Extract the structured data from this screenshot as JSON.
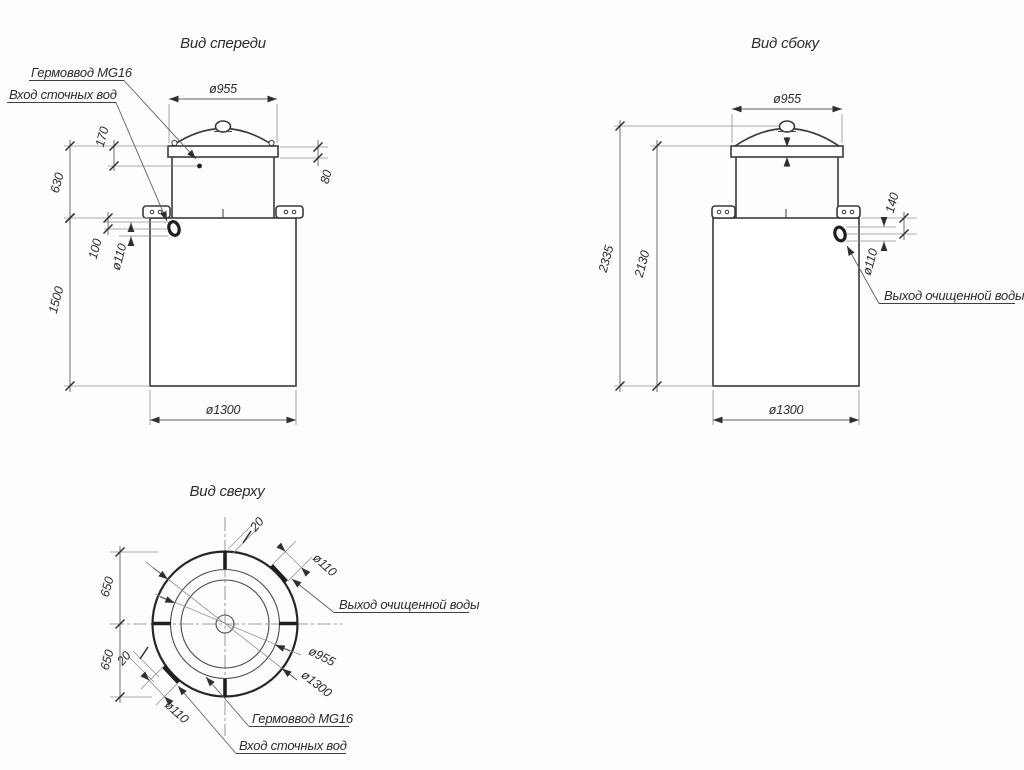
{
  "front_view": {
    "title": "Вид спереди",
    "labels": {
      "gland": "Гермоввод MG16",
      "inlet": "Вход сточных вод"
    },
    "dims": {
      "neck_diameter": "ø955",
      "collar_height": "80",
      "gland_offset": "170",
      "neck_height": "630",
      "inlet_offset": "100",
      "inlet_diameter": "ø110",
      "body_height": "1500",
      "body_diameter": "ø1300"
    }
  },
  "side_view": {
    "title": "Вид сбоку",
    "labels": {
      "outlet": "Выход очищенной воды"
    },
    "dims": {
      "neck_diameter": "ø955",
      "total_height": "2335",
      "collar_level_height": "2130",
      "outlet_offset": "140",
      "outlet_diameter": "ø110",
      "body_diameter": "ø1300"
    }
  },
  "top_view": {
    "title": "Вид сверху",
    "labels": {
      "outlet": "Выход очищенной воды",
      "gland": "Гермоввод MG16",
      "inlet": "Вход сточных вод"
    },
    "dims": {
      "radius_top": "650",
      "radius_bottom": "650",
      "outlet_seam": "20",
      "inlet_seam": "20",
      "outlet_diameter": "ø110",
      "inlet_diameter": "ø110",
      "neck_diameter": "ø955",
      "body_diameter": "ø1300"
    }
  }
}
